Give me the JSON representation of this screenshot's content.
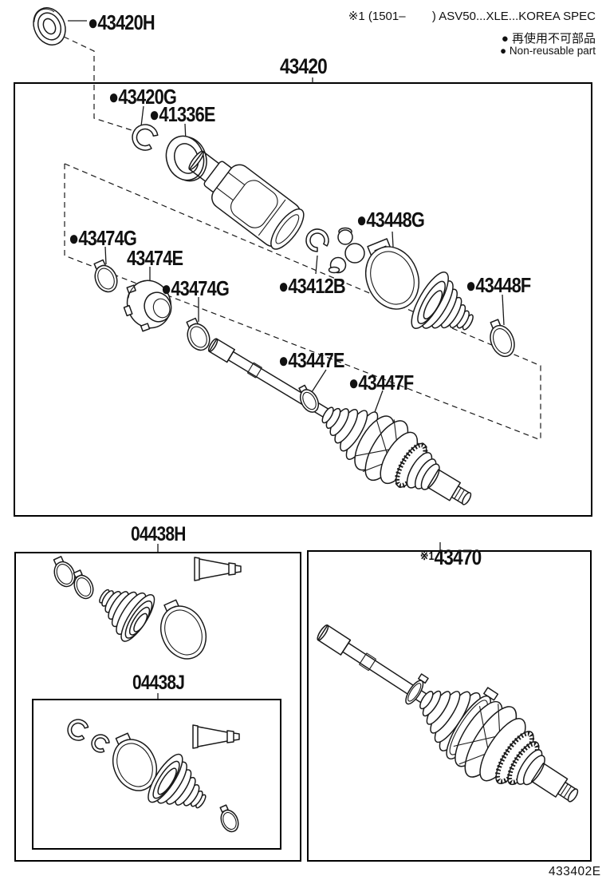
{
  "header": {
    "spec_note": "※1 (1501–        ) ASV50...XLE...KOREA SPEC",
    "nonreusable_jp": "● 再使用不可部品",
    "nonreusable_en": "● Non-reusable part"
  },
  "figure_code": "433402E",
  "main_assembly": {
    "label": "43420",
    "part_labels": {
      "p43420H": "●43420H",
      "p43420G": "●43420G",
      "p41336E": "●41336E",
      "p43474G_a": "●43474G",
      "p43474E": "43474E",
      "p43474G_b": "●43474G",
      "p43412B": "●43412B",
      "p43448G": "●43448G",
      "p43448F": "●43448F",
      "p43447E": "●43447E",
      "p43447F": "●43447F"
    }
  },
  "boot_kits": {
    "outer_label": "04438H",
    "inner_label": "04438J"
  },
  "shaft_assembly": {
    "prefix": "※1",
    "label": "43470"
  }
}
